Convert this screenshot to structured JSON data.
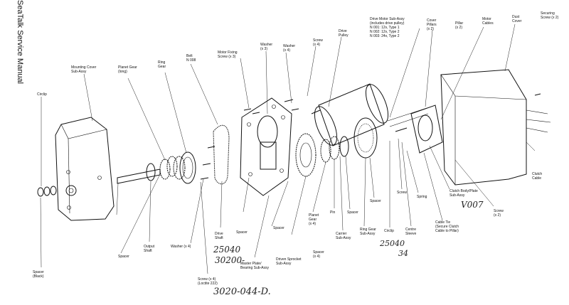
{
  "header": {
    "title": "SeaTalk Service Manual"
  },
  "labels": {
    "circlip_top": "Circlip",
    "mounting_cover": [
      "Mounting Cover",
      "Sub-Assy"
    ],
    "planet_gear_long": [
      "Planet Gear",
      "(long)"
    ],
    "ring_gear_top": [
      "Ring",
      "Gear"
    ],
    "belt": [
      "Belt",
      "N 008"
    ],
    "motor_fixing_screw": [
      "Motor Fixing",
      "Screw (x 3)"
    ],
    "washer_x3": [
      "Washer",
      "(x 3)"
    ],
    "washer_x4_top": [
      "Washer",
      "(x 4)"
    ],
    "screw_x4_top": [
      "Screw",
      "(x 4)"
    ],
    "drive_pulley": [
      "Drive",
      "Pulley"
    ],
    "drive_motor": [
      "Drive Motor Sub-Assy",
      "(includes drive pulley)",
      "N 001: 12v, Type 1",
      "N 002: 12v, Type 2",
      "N 003: 24v, Type 2"
    ],
    "cover_pillars": [
      "Cover",
      "Pillars",
      "(x 2)"
    ],
    "pillar": [
      "Pillar",
      "(x 2)"
    ],
    "motor_cables": [
      "Motor",
      "Cables"
    ],
    "dust_cover": [
      "Dust",
      "Cover"
    ],
    "securing_screw": [
      "Securing",
      "Screw (x 2)"
    ],
    "clutch_cable": [
      "Clutch",
      "Cable"
    ],
    "clutch_body": [
      "Clutch Body/Plate",
      "Sub-Assy"
    ],
    "screw_x2_right": [
      "Screw",
      "(x 2)"
    ],
    "cable_tie": [
      "Cable Tie",
      "(Secure Clutch",
      "Cable to Pillar)"
    ],
    "spring": "Spring",
    "screw_mid": "Screw",
    "centre_sleeve": [
      "Centre",
      "Sleeve"
    ],
    "circlip_mid": "Circlip",
    "spacer_right": "Spacer",
    "ring_gear_sub": [
      "Ring Gear",
      "Sub-Assy"
    ],
    "carrier_sub": [
      "Carrier",
      "Sub-Assy"
    ],
    "spacer_mid": "Spacer",
    "pin": "Pin",
    "planet_gear_x4": [
      "Planet",
      "Gear",
      "(x 4)"
    ],
    "spacer_x4": [
      "Spacer",
      "(x 4)"
    ],
    "driven_sprocket": [
      "Driven Sprocket",
      "Sub-Assy"
    ],
    "spacer_center": "Spacer",
    "master_plate": [
      "Master Plate/",
      "Bearing Sub-Assy"
    ],
    "spacer_drive": "Spacer",
    "drive_shaft": [
      "Drive",
      "Shaft"
    ],
    "washer_x4_bottom": "Washer (x 4)",
    "screw_loctite": [
      "Screw (x 4)",
      "(Loctite 222)"
    ],
    "output_shaft": [
      "Output",
      "Shaft"
    ],
    "spacer_left": "Spacer",
    "spacer_black": [
      "Spacer",
      "(Black)"
    ]
  },
  "handwritten": {
    "note_1": "25040",
    "note_2": "30200-",
    "note_3": "25040",
    "note_4": "34",
    "note_5": "V007",
    "part_number": "3020-044-D."
  }
}
